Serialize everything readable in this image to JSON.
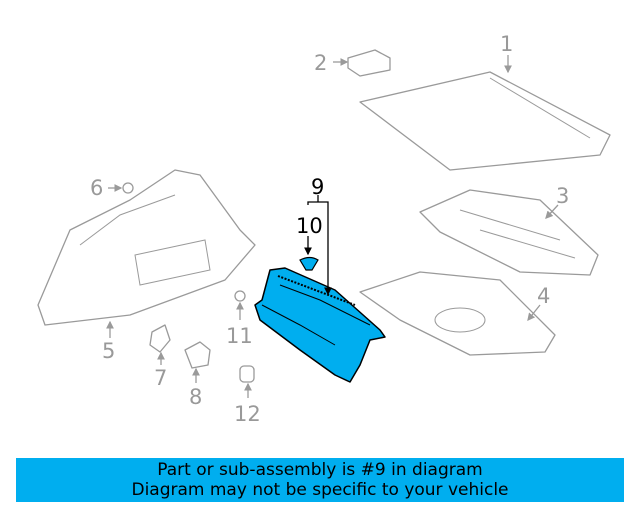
{
  "diagram": {
    "callouts": [
      "1",
      "2",
      "3",
      "4",
      "5",
      "6",
      "7",
      "8",
      "9",
      "10",
      "11",
      "12"
    ],
    "highlighted_part": "9",
    "highlight_color": "#00aeef"
  },
  "banner": {
    "line1": "Part or sub-assembly is #9 in diagram",
    "line2": "Diagram may not be specific to your vehicle",
    "color": "#00aeef"
  }
}
